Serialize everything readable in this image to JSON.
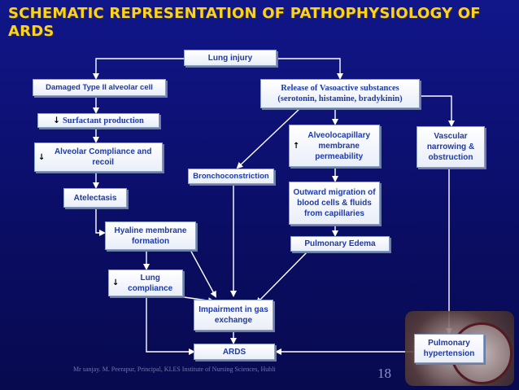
{
  "title": "SCHEMATIC REPRESENTATION OF PATHOPHYSIOLOGY OF ARDS",
  "nodes": {
    "lung_injury": "Lung injury",
    "damaged_type2": "Damaged Type II alveolar cell",
    "release_vasoactive": "Release of Vasoactive substances (serotonin, histamine, bradykinin)",
    "surfactant": "Surfactant production",
    "alveolocapillary": "Alveolocapillary membrane permeability",
    "vascular_narrowing": "Vascular narrowing & obstruction",
    "alveolar_compliance": "Alveolar Compliance and recoil",
    "bronchoconstriction": "Bronchoconstriction",
    "outward_migration": "Outward migration of blood cells & fluids from capillaries",
    "atelectasis": "Atelectasis",
    "hyaline_membrane": "Hyaline membrane formation",
    "pulmonary_edema": "Pulmonary Edema",
    "lung_compliance": "Lung compliance",
    "impairment_gas": "Impairment in gas exchange",
    "ards": "ARDS",
    "pulmonary_htn": "Pulmonary hypertension"
  },
  "arrows": {
    "down": "↓",
    "up": "↑"
  },
  "footer": "Mr sanjay. M. Peerapur, Principal, KLES Institute of Nursing Sciences, Hubli",
  "page_number": "18",
  "colors": {
    "background": "#0b0f6b",
    "title": "#ffd21a",
    "box_text": "#1e3aa7",
    "connector": "#ffffff"
  }
}
